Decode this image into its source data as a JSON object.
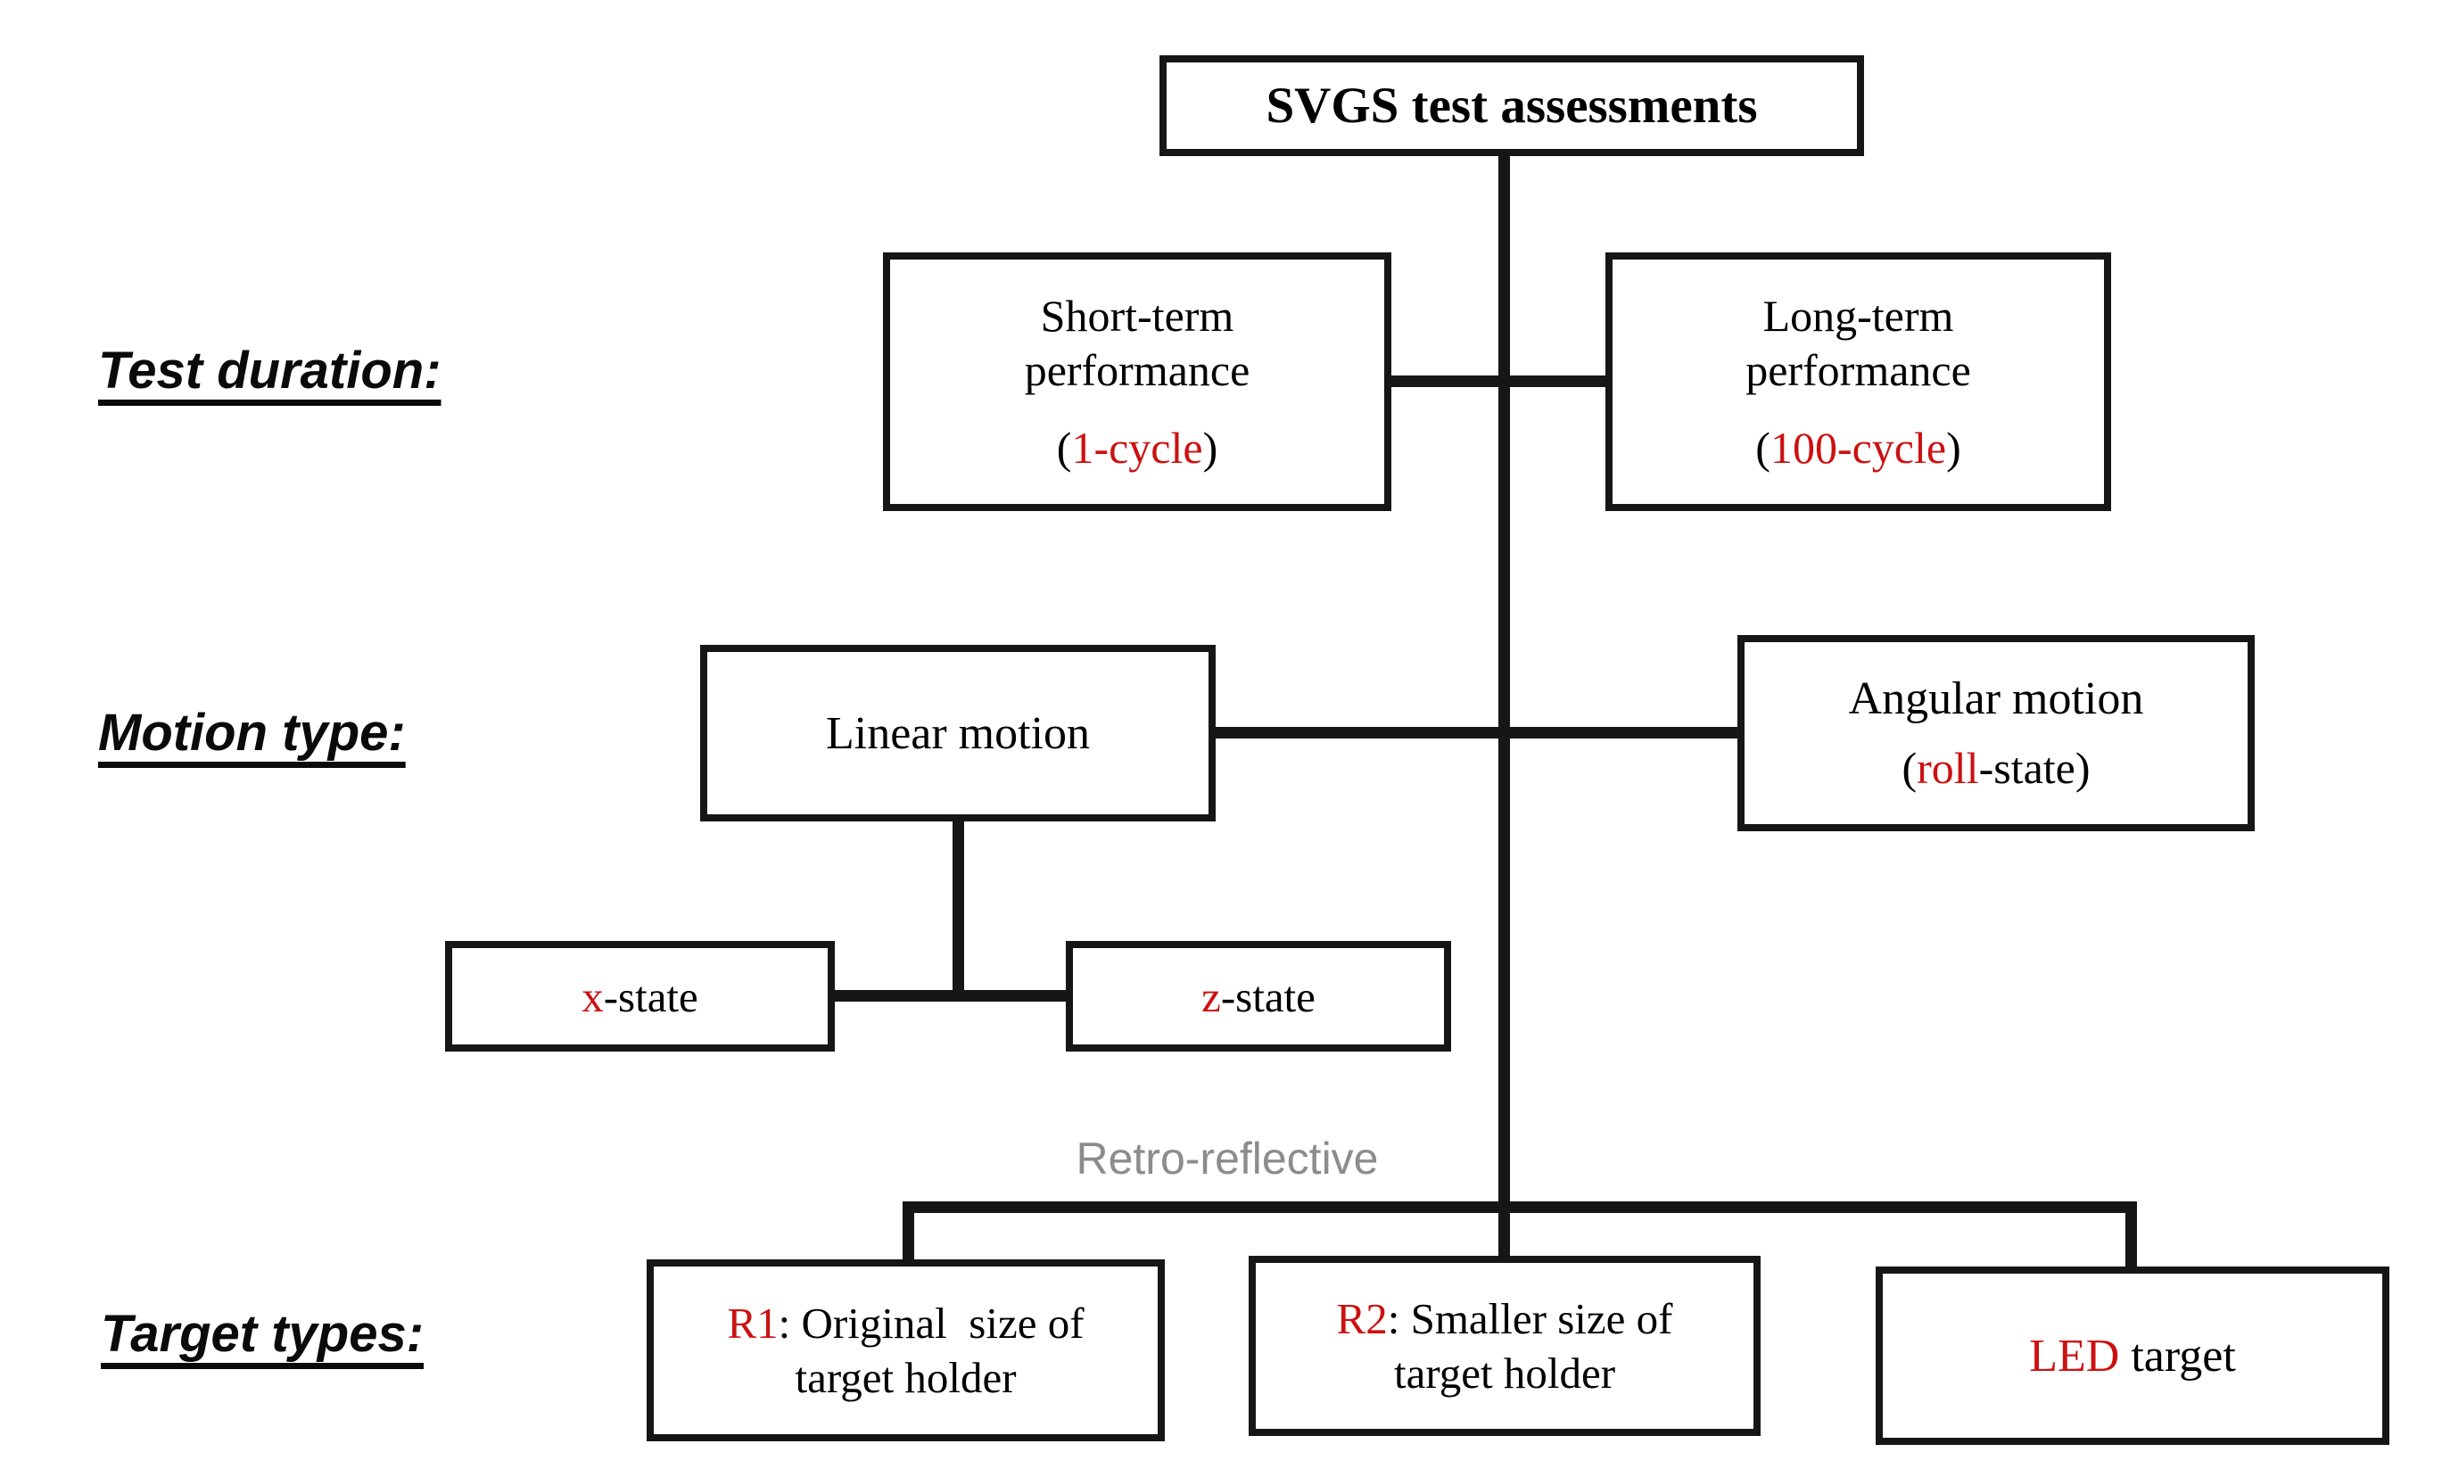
{
  "title": "SVGS test assessments",
  "colors": {
    "accent_red": "#cc1111",
    "annotation_gray": "#8c8c8c",
    "line_black": "#161616",
    "background": "#ffffff"
  },
  "row_labels": {
    "test_duration": "Test duration:",
    "motion_type": "Motion type:",
    "target_types": "Target types:"
  },
  "annotations": {
    "retro_reflective": "Retro-reflective"
  },
  "boxes": {
    "root": {
      "label": "SVGS test assessments"
    },
    "short_term": {
      "line1": "Short-term",
      "line2": "performance",
      "sub_open": "(",
      "sub_red": "1-cycle",
      "sub_close": ")"
    },
    "long_term": {
      "line1": "Long-term",
      "line2": "performance",
      "sub_open": "(",
      "sub_red": "100-cycle",
      "sub_close": ")"
    },
    "linear": {
      "label": "Linear motion"
    },
    "angular": {
      "line1": "Angular motion",
      "sub_open": "(",
      "sub_red": "roll",
      "sub_close": "-state)"
    },
    "x_state": {
      "red": "x",
      "rest": "-state"
    },
    "z_state": {
      "red": "z",
      "rest": "-state"
    },
    "r1": {
      "red": "R1",
      "rest": ": Original  size of",
      "line2": "target holder"
    },
    "r2": {
      "red": "R2",
      "rest": ": Smaller size of",
      "line2": "target holder"
    },
    "led": {
      "red": "LED",
      "rest": " target"
    }
  }
}
